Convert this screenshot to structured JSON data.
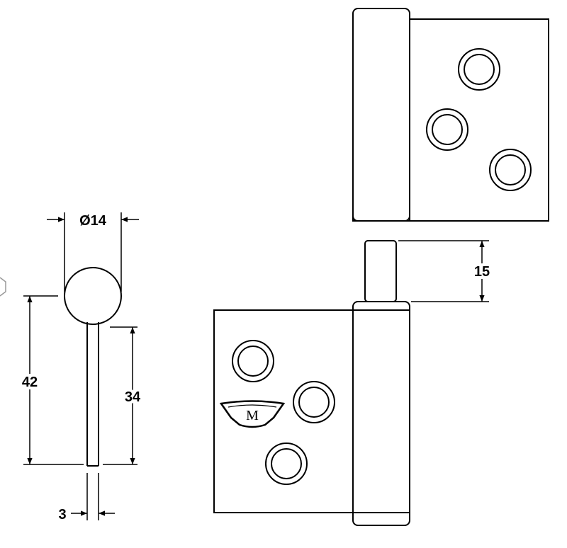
{
  "dimensions": {
    "ball_diameter": "Ø14",
    "total_height": "42",
    "pin_length": "34",
    "pin_thickness": "3",
    "pin_height": "15"
  },
  "logo": {
    "letter": "M"
  }
}
